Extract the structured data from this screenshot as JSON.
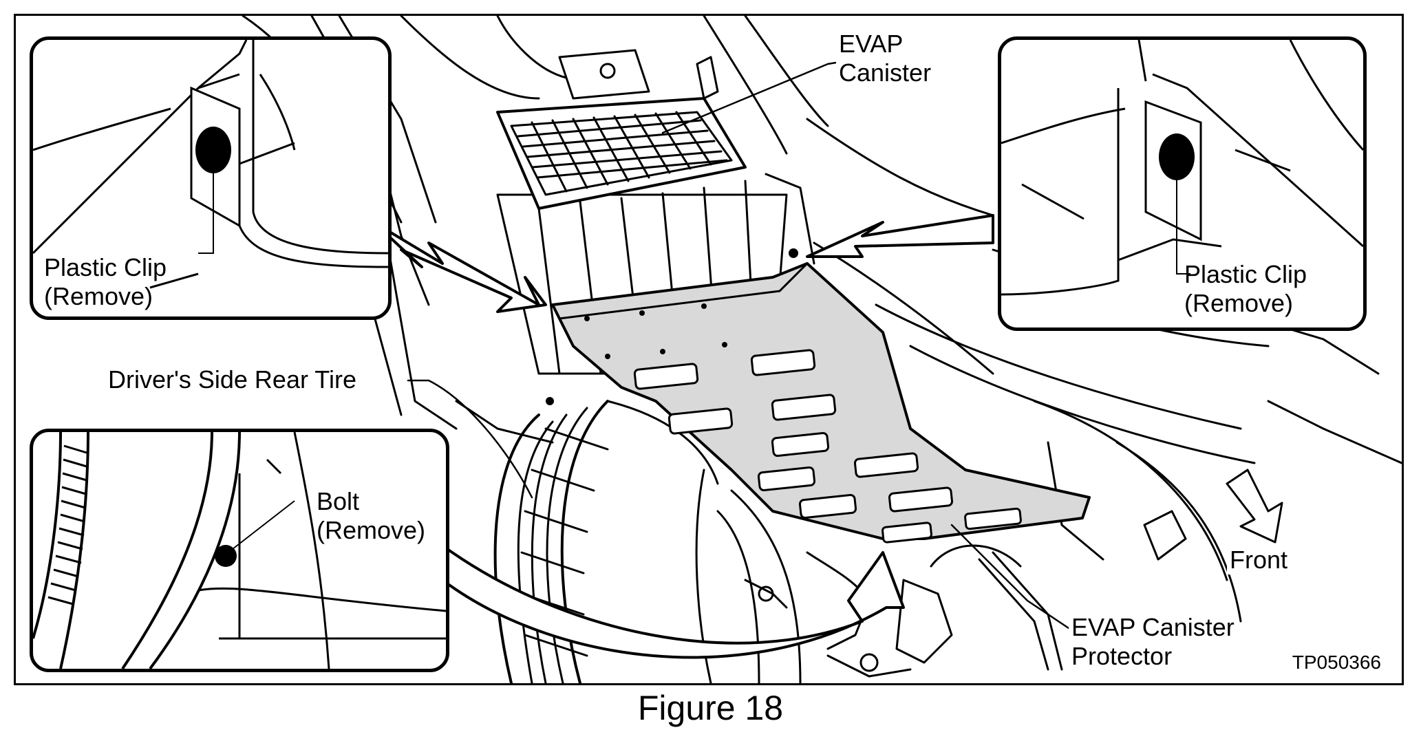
{
  "labels": {
    "evap_canister": [
      "EVAP",
      "Canister"
    ],
    "plastic_clip_left": [
      "Plastic Clip",
      "(Remove)"
    ],
    "plastic_clip_right": [
      "Plastic Clip",
      "(Remove)"
    ],
    "drivers_side_rear_tire": "Driver's Side Rear Tire",
    "bolt": [
      "Bolt",
      "(Remove)"
    ],
    "front": "Front",
    "evap_canister_protector": [
      "EVAP Canister",
      "Protector"
    ]
  },
  "drawing_id": "TP050366",
  "caption": "Figure 18",
  "colors": {
    "line": "#000000",
    "protector_fill": "#d9d9d9",
    "background": "#ffffff"
  }
}
